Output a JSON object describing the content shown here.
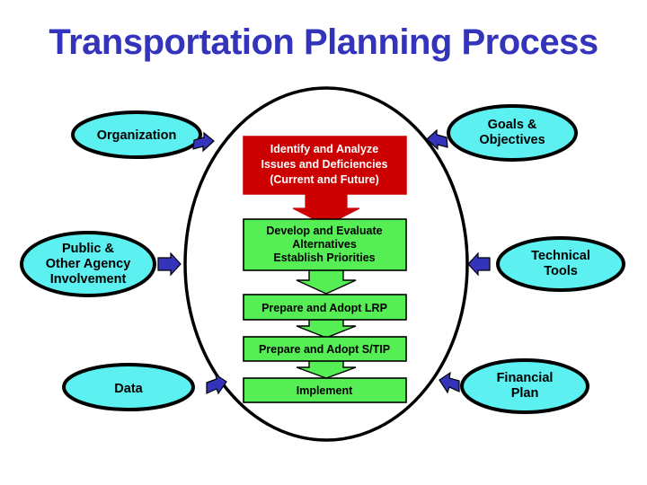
{
  "page": {
    "title": "Transportation Planning Process",
    "background_color": "#ffffff"
  },
  "colors": {
    "title_blue": "#3333bb",
    "oval_cyan": "#5cf0f0",
    "process_red": "#cc0000",
    "process_green": "#55ee55",
    "arrow_blue": "#3333bb",
    "outline_black": "#000000"
  },
  "diagram": {
    "type": "flowchart",
    "center_container": {
      "shape": "ellipse",
      "label": ""
    },
    "process_steps": [
      {
        "id": "identify-analyze",
        "lines": [
          "Identify and Analyze",
          "Issues and Deficiencies",
          "(Current and Future)"
        ],
        "fill": "#cc0000",
        "text_color": "#ffffff"
      },
      {
        "id": "develop-evaluate",
        "lines": [
          "Develop and Evaluate",
          "Alternatives",
          "Establish Priorities"
        ],
        "fill": "#55ee55",
        "text_color": "#000000"
      },
      {
        "id": "prepare-adopt-lrp",
        "lines": [
          "Prepare and Adopt LRP"
        ],
        "fill": "#55ee55",
        "text_color": "#000000"
      },
      {
        "id": "prepare-adopt-stip",
        "lines": [
          "Prepare and Adopt S/TIP"
        ],
        "fill": "#55ee55",
        "text_color": "#000000"
      },
      {
        "id": "implement",
        "lines": [
          "Implement"
        ],
        "fill": "#55ee55",
        "text_color": "#000000"
      }
    ],
    "left_inputs": [
      {
        "id": "organization",
        "lines": [
          "Organization"
        ],
        "arrow_direction": "right"
      },
      {
        "id": "public-other-agency-involvement",
        "lines": [
          "Public &",
          "Other Agency",
          "Involvement"
        ],
        "arrow_direction": "right"
      },
      {
        "id": "data",
        "lines": [
          "Data"
        ],
        "arrow_direction": "right"
      }
    ],
    "right_inputs": [
      {
        "id": "goals-objectives",
        "lines": [
          "Goals &",
          "Objectives"
        ],
        "arrow_direction": "left"
      },
      {
        "id": "technical-tools",
        "lines": [
          "Technical",
          "Tools"
        ],
        "arrow_direction": "left"
      },
      {
        "id": "financial-plan",
        "lines": [
          "Financial",
          "Plan"
        ],
        "arrow_direction": "left"
      }
    ]
  }
}
